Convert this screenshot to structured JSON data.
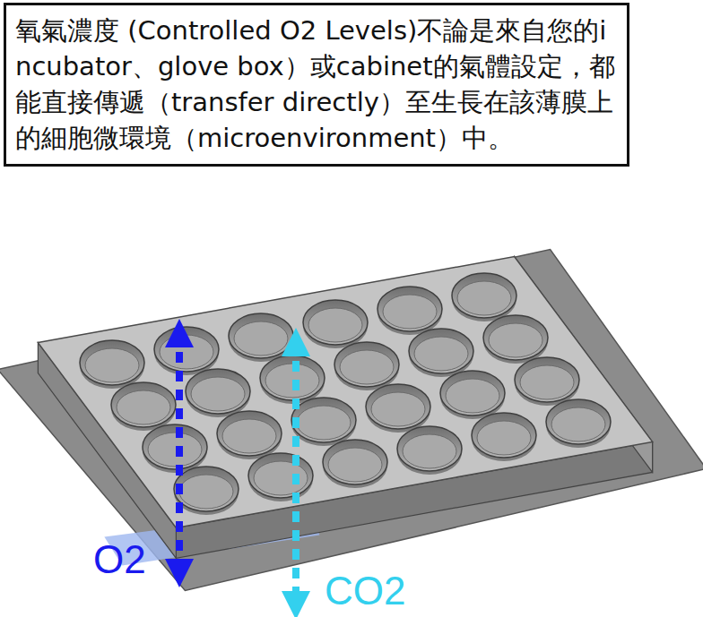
{
  "diagram": {
    "nodes": [
      {
        "text": [
          "氧氣濃度 (Controlled O2 Levels)不論是來自您的incubator、glove box）或cabinet的氣體設定，都能直接傳遞（transfer directly）至生長在該薄膜上的細胞微環境（microenvironment）中。"
        ]
      }
    ],
    "labels": [
      "O2",
      "CO2"
    ]
  }
}
